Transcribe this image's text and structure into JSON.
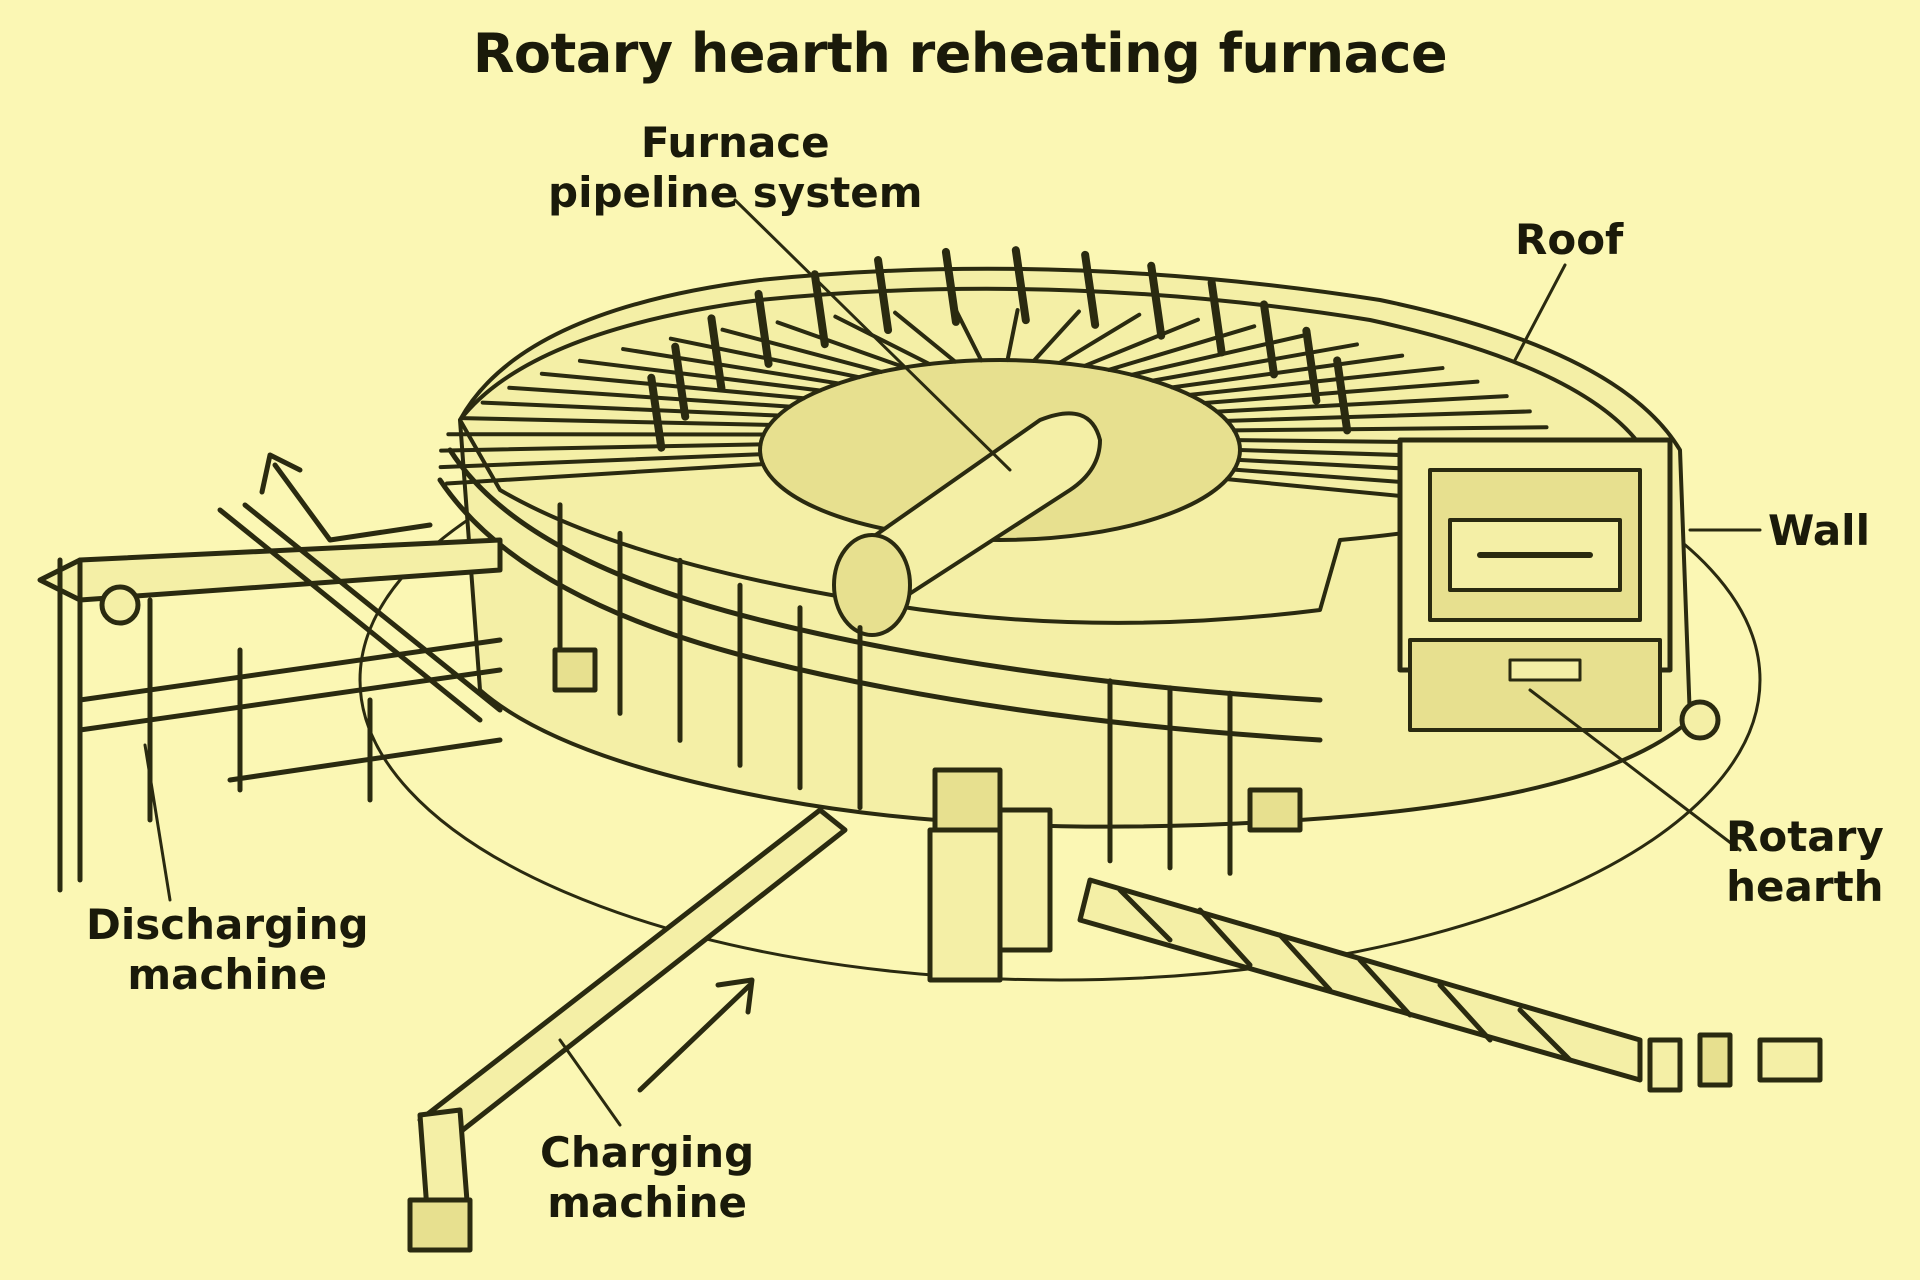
{
  "title": "Rotary hearth reheating furnace",
  "labels": {
    "furnace_pipeline": {
      "line1": "Furnace",
      "line2": "pipeline system"
    },
    "roof": "Roof",
    "wall": "Wall",
    "rotary_hearth": {
      "line1": "Rotary",
      "line2": "hearth"
    },
    "discharging_machine": {
      "line1": "Discharging",
      "line2": "machine"
    },
    "charging_machine": {
      "line1": "Charging",
      "line2": "machine"
    }
  },
  "colors": {
    "background": "#fbf7b4",
    "ink": "#1a1a0a"
  }
}
